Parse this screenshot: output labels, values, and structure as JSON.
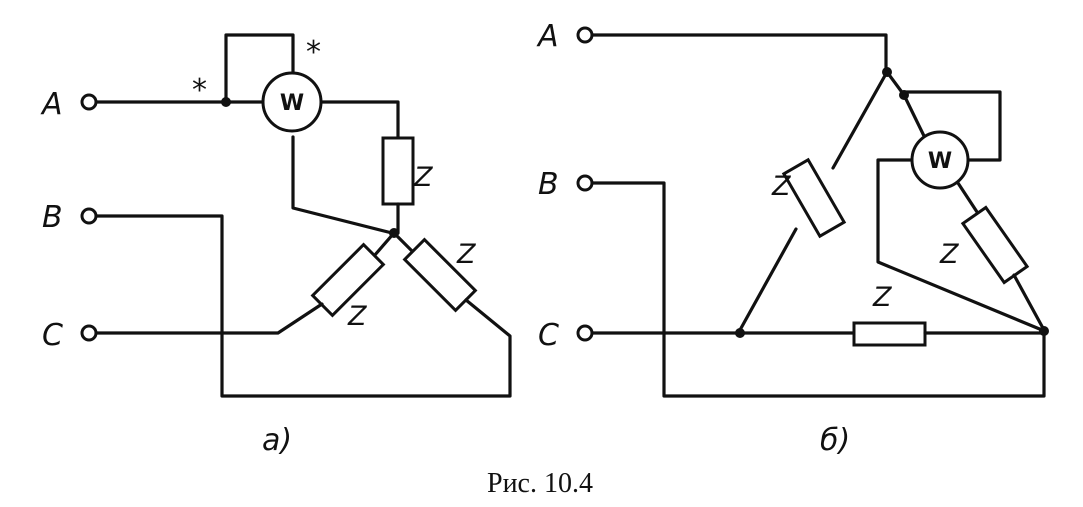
{
  "figure": {
    "caption": "Рис. 10.4",
    "left": {
      "sublabel": "а)",
      "terminals": [
        "A",
        "B",
        "C"
      ],
      "impedance_label": "Z",
      "meter_label": "W",
      "marker": "*"
    },
    "right": {
      "sublabel": "б)",
      "terminals": [
        "A",
        "B",
        "C"
      ],
      "impedance_label": "Z",
      "meter_label": "W"
    }
  },
  "colors": {
    "ink": "#111111",
    "background": "#ffffff"
  }
}
